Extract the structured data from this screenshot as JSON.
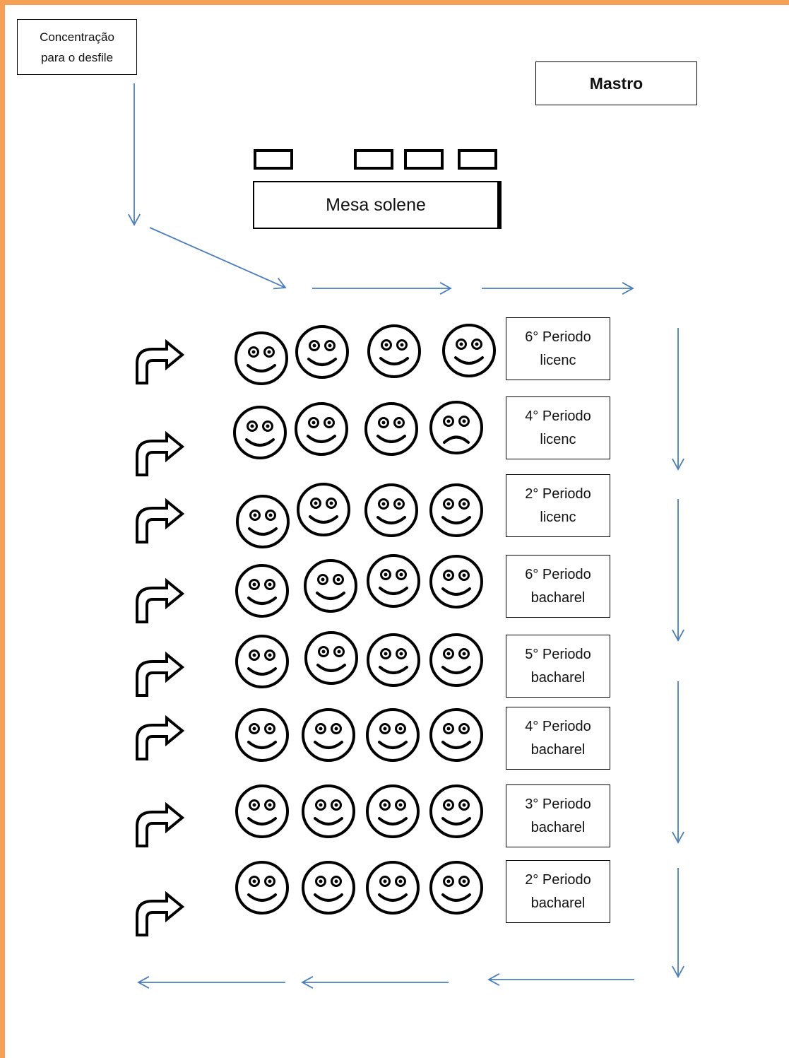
{
  "concentracao_label": "Concentração\npara o desfile",
  "mastro_label": "Mastro",
  "mesa_label": "Mesa solene",
  "periods": [
    "6° Periodo\nlicenc",
    "4° Periodo\nlicenc",
    "2° Periodo\nlicenc",
    "6° Periodo\nbacharel",
    "5° Periodo\nbacharel",
    "4° Periodo\nbacharel",
    "3° Periodo\nbacharel",
    "2° Periodo\nbacharel"
  ],
  "faces": [
    [
      "happy",
      "happy",
      "happy",
      "happy"
    ],
    [
      "happy",
      "happy",
      "happy",
      "sad"
    ],
    [
      "happy",
      "happy",
      "happy",
      "happy"
    ],
    [
      "happy",
      "happy",
      "happy",
      "happy"
    ],
    [
      "happy",
      "happy",
      "happy",
      "happy"
    ],
    [
      "happy",
      "happy",
      "happy",
      "happy"
    ],
    [
      "happy",
      "happy",
      "happy",
      "happy"
    ],
    [
      "happy",
      "happy",
      "happy",
      "happy"
    ]
  ],
  "icons": {
    "face": "smiley-face-icon",
    "turn": "turn-right-arrow-icon",
    "flow": "flow-arrow-icon"
  },
  "colors": {
    "frame": "#f4a056",
    "flow_arrow": "#4a7ebb",
    "outline": "#000000"
  }
}
